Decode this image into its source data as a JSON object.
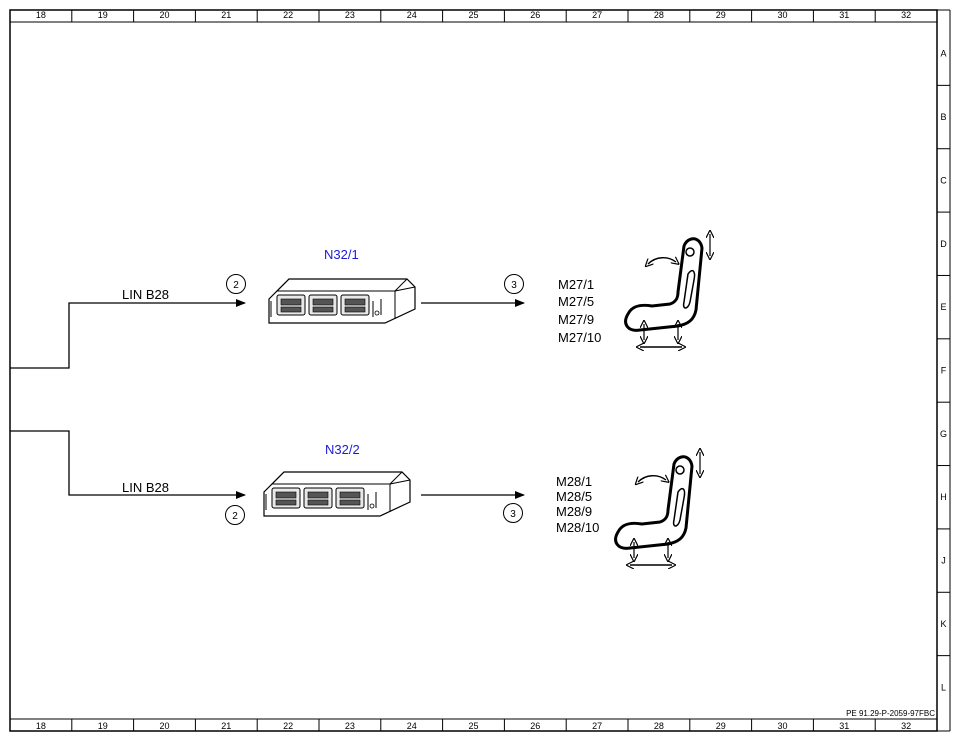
{
  "frame": {
    "columns": [
      "18",
      "19",
      "20",
      "21",
      "22",
      "23",
      "24",
      "25",
      "26",
      "27",
      "28",
      "29",
      "30",
      "31",
      "32"
    ],
    "rows": [
      "A",
      "B",
      "C",
      "D",
      "E",
      "F",
      "G",
      "H",
      "J",
      "K",
      "L"
    ]
  },
  "upper": {
    "bus_label": "LIN B28",
    "input_marker": "2",
    "module_label": "N32/1",
    "output_marker": "3",
    "motors": [
      "M27/1",
      "M27/5",
      "M27/9",
      "M27/10"
    ]
  },
  "lower": {
    "bus_label": "LIN B28",
    "input_marker": "2",
    "module_label": "N32/2",
    "output_marker": "3",
    "motors": [
      "M28/1",
      "M28/5",
      "M28/9",
      "M28/10"
    ]
  },
  "reference": "PE 91.29-P-2059-97FBC",
  "colors": {
    "module_label": "#1a1adc",
    "line": "#000000"
  },
  "icons": [
    "control-module-icon",
    "seat-adjustment-icon"
  ]
}
